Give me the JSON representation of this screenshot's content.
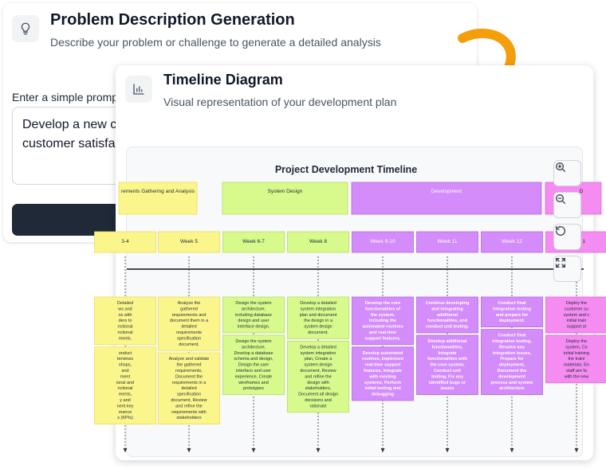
{
  "back": {
    "title": "Problem Description Generation",
    "subtitle": "Describe your problem or challenge to generate a detailed analysis",
    "prompt_label": "Enter a simple prompt",
    "prompt_lines": [
      "Develop a new c",
      "customer satisfa"
    ],
    "icon": "lightbulb-icon"
  },
  "front": {
    "title": "Timeline Diagram",
    "subtitle": "Visual representation of your development plan",
    "icon": "bar-chart-icon",
    "diagram_title": "Project Development Timeline",
    "controls": [
      "zoom-in-icon",
      "zoom-out-icon",
      "reset-icon",
      "fullscreen-icon"
    ]
  },
  "colors": {
    "yellow": "#fbf68c",
    "green": "#d8f98c",
    "purple": "#d38cfa",
    "magenta": "#f48cf2",
    "dark": "#1f2937",
    "arrow": "#f59e0b"
  },
  "timeline": {
    "phases": [
      {
        "label": "rements Gathering and Analysis",
        "color": "yellow"
      },
      {
        "label": "System Design",
        "color": "green"
      },
      {
        "label": "Development",
        "color": "purple"
      },
      {
        "label": "D",
        "color": "magenta"
      }
    ],
    "weeks": [
      {
        "label": "3-4",
        "color": "yellow"
      },
      {
        "label": "Week 5",
        "color": "yellow"
      },
      {
        "label": "Week 6-7",
        "color": "green"
      },
      {
        "label": "Week 8",
        "color": "green"
      },
      {
        "label": "Week 9-10",
        "color": "purple"
      },
      {
        "label": "Week 11",
        "color": "purple"
      },
      {
        "label": "Week 12",
        "color": "purple"
      },
      {
        "label": "Week 1",
        "color": "magenta"
      }
    ],
    "tasks": [
      [
        [
          "Detailed",
          "ws and",
          "os with",
          "ders to",
          "nctional",
          "nctional",
          "ments."
        ],
        [
          "onduct",
          "terviews",
          "shops,",
          "and",
          "ment",
          "ional and",
          "nctional",
          "ments,",
          "y and",
          "nent key",
          "mance",
          "s (KPIs)"
        ]
      ],
      [
        [
          "Analyze the",
          "gathered",
          "requirements and",
          "document them in a",
          "detailed",
          "requirements",
          "specification",
          "document."
        ],
        [
          "Analyze and validate",
          "the gathered",
          "requirements,",
          "Document the",
          "requirements in a",
          "detailed",
          "specification",
          "document, Review",
          "and refine the",
          "requirements with",
          "stakeholders"
        ]
      ],
      [
        [
          "Design the system",
          "architecture,",
          "including database",
          "design and user",
          "interface design."
        ],
        [
          "Design the system",
          "architecture,",
          "Develop a database",
          "schema and design,",
          "Design the user",
          "interface and user",
          "experience, Create",
          "wireframes and",
          "prototypes"
        ]
      ],
      [
        [
          "Develop a detailed",
          "system integration",
          "plan and document",
          "the design in a",
          "system design",
          "document."
        ],
        [
          "Develop a detailed",
          "system integration",
          "plan, Create a",
          "system design",
          "document, Review",
          "and refine the",
          "design with",
          "stakeholders,",
          "Document all design",
          "decisions and",
          "rationale"
        ]
      ],
      [
        [
          "Develop the core",
          "functionalities of",
          "the system,",
          "including the",
          "automated routines",
          "and real-time",
          "support features."
        ],
        [
          "Develop automated",
          "routines, Implement",
          "real-time support",
          "features, Integrate",
          "with existing",
          "systems, Perform",
          "initial testing and",
          "debugging"
        ]
      ],
      [
        [
          "Continue developing",
          "and integrating",
          "additional",
          "functionalities, and",
          "conduct unit testing."
        ],
        [
          "Develop additional",
          "functionalities,",
          "Integrate",
          "functionalities with",
          "the core system,",
          "Conduct unit",
          "testing, Fix any",
          "identified bugs or",
          "issues"
        ]
      ],
      [
        [
          "Conduct final",
          "integration testing",
          "and prepare for",
          "deployment."
        ],
        [
          "Conduct final",
          "integration testing,",
          "Resolve any",
          "integration issues,",
          "Prepare for",
          "deployment,",
          "Document the",
          "development",
          "process and system",
          "architecture"
        ]
      ],
      [
        [
          "Deploy the",
          "customer su",
          "system and c",
          "initial train",
          "support st"
        ],
        [
          "Deploy the",
          "system, Co",
          "initial training",
          "the traini",
          "materials, En",
          "staff are fa",
          "with the new"
        ]
      ]
    ]
  }
}
